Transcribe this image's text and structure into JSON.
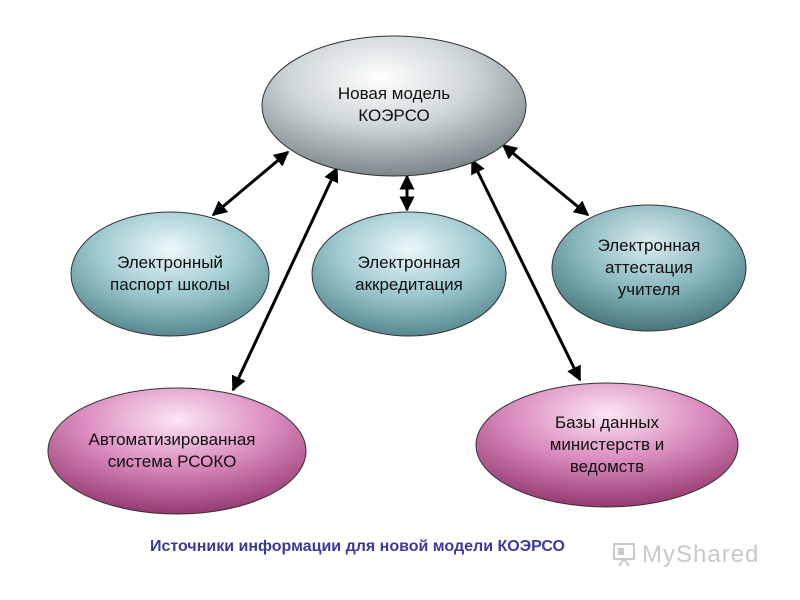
{
  "diagram": {
    "center": {
      "label": "Новая модель\nКОЭРСО"
    },
    "nodes": [
      {
        "label": "Электронный\nпаспорт школы"
      },
      {
        "label": "Электронная\nаккредитация"
      },
      {
        "label": "Электронная\nаттестация\nучителя"
      },
      {
        "label": "Автоматизированная\nсистема РСОКО"
      },
      {
        "label": "Базы данных\nминистерств и\nведомств"
      }
    ],
    "caption": "Источники информации для новой модели КОЭРСО"
  },
  "watermark": {
    "text": "MyShared"
  },
  "colors": {
    "center_fill": "#a7b3b7",
    "teal_fill": "#7fb4bb",
    "pink_fill": "#c85e9e",
    "caption": "#3a3a9c"
  }
}
